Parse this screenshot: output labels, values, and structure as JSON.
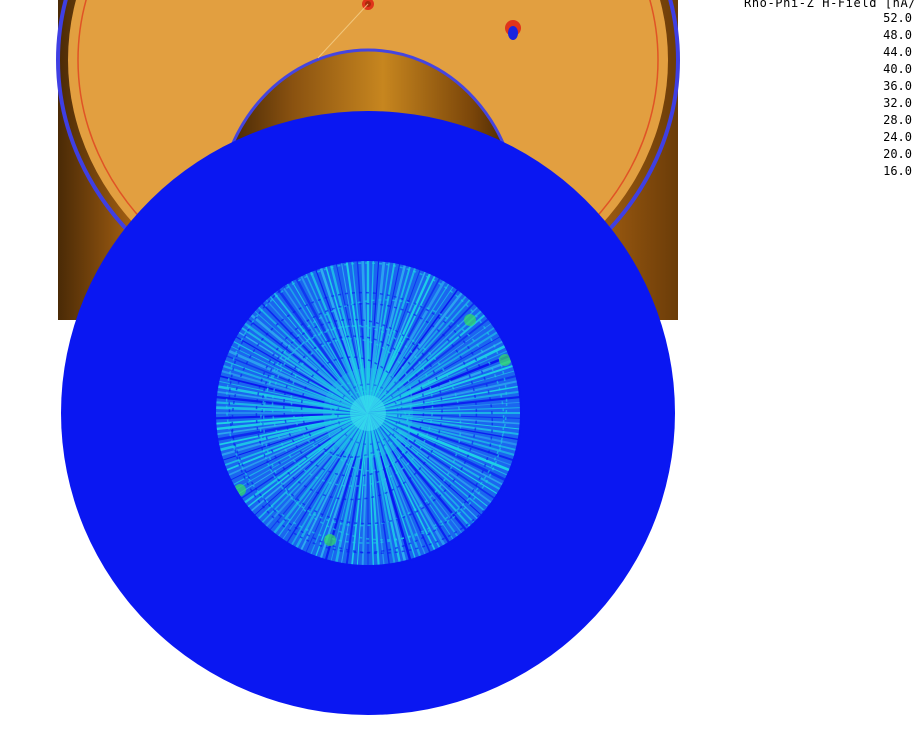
{
  "legend": {
    "title": "Rho-Phi-Z H-Field [nA/",
    "values": [
      "52.0",
      "48.0",
      "44.0",
      "40.0",
      "36.0",
      "32.0",
      "28.0",
      "24.0",
      "20.0",
      "16.0"
    ]
  },
  "colors": {
    "background": "#ffffff",
    "field_blue": "#0a17f2",
    "port_cyan": "#1ed2e6",
    "port_green": "#35e060",
    "copper": "#e29f40",
    "copper_dark": "#6e3e0a",
    "edge_red": "#e0331a",
    "ring_blue": "#3f3fe3"
  }
}
